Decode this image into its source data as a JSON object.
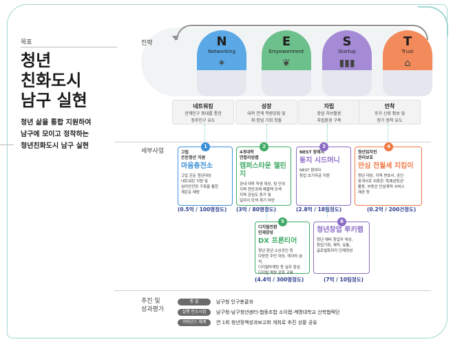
{
  "sections": {
    "goal": "목표",
    "strategy": "전략",
    "projects": "세부사업",
    "promotion": [
      "추진 및",
      "성과평가"
    ]
  },
  "goal": {
    "title": [
      "청년",
      "친화도시",
      "남구 실현"
    ],
    "subtitle": [
      "청년 삶을 통합 지원하여",
      "남구에 모이고 정착하는",
      "청년친화도시 남구 실현"
    ]
  },
  "pillars": [
    {
      "letter": "N",
      "word": "Networking",
      "color": "#5aa9e6",
      "icon": "network-icon"
    },
    {
      "letter": "E",
      "word": "Empowerment",
      "color": "#6cc08b",
      "icon": "plant-icon"
    },
    {
      "letter": "S",
      "word": "Startup",
      "color": "#a58ad6",
      "icon": "growth-chart-icon"
    },
    {
      "letter": "T",
      "word": "Trust",
      "color": "#f28a5b",
      "icon": "house-icon"
    }
  ],
  "strategies": [
    {
      "title": "네트워킹",
      "desc": [
        "관계인구 확대를 통한",
        "정주인구 유도"
      ]
    },
    {
      "title": "성장",
      "desc": [
        "대학 연계 역량강화 및",
        "취·창업 기회 창출"
      ]
    },
    {
      "title": "자립",
      "desc": [
        "창업 허브활용",
        "자립환경 구축"
      ]
    },
    {
      "title": "안착",
      "desc": [
        "주거 신뢰 확보 및",
        "장기 정착 유도"
      ]
    }
  ],
  "projects": [
    {
      "num": "1",
      "color": "#3a8fd8",
      "pre": [
        "고립",
        "은둔청년 지원"
      ],
      "name": "마음충전소",
      "desc": [
        "고립 은둔 청년대상",
        "네트워킹 지원 및",
        "심리안전망 구축을 통한",
        "재은둔 예방"
      ],
      "budget": "(0.5억 / 100명정도)"
    },
    {
      "num": "2",
      "color": "#3faa66",
      "pre": [
        "4개대학",
        "연합리빙랩"
      ],
      "name": "캠퍼스타운 챌린지",
      "desc": [
        "관내 대학 학생 대상, 팀 단위",
        "지역 현안과제 해결책 모색",
        "지역 관심도 증가 및",
        "일자리 모색 계기 마련"
      ],
      "budget": "(3억 / 80명정도)"
    },
    {
      "num": "3",
      "color": "#8a6cc6",
      "pre": [
        "NEST 창에지"
      ],
      "name": "동지 시드머니",
      "desc": [
        "NEST 참여자",
        "창업 초기자금 지원"
      ],
      "budget": "(2.8억 / 18팀정도)"
    },
    {
      "num": "4",
      "color": "#ef7a45",
      "pre": [
        "청년임차인",
        "권리보호"
      ],
      "name": "안심 전월세 지킴이",
      "desc": [
        "청년 대상, 지역 변호사, 공인",
        "중개사로 위촉한 '똑예삼팅관'",
        "활동, 부동산 안심계약 서비스",
        "제공 등"
      ],
      "budget": "(0.2억 / 200건정도)"
    },
    {
      "num": "5",
      "color": "#3faa66",
      "pre": [
        "디지털전환",
        "인재양성"
      ],
      "name": "DX 프론티어",
      "desc": [
        "청년·장년·소상공인 등",
        "다양한 주민 대상, 데이터 분석,",
        "디지털마케팅 등 실무 중심",
        "디지털 역량 강화 교육"
      ],
      "budget": "(4.4억 / 300명정도)"
    },
    {
      "num": "6",
      "color": "#8a6cc6",
      "pre": [],
      "name": "청년창업 루키랩",
      "desc": [
        "청년 예비 창업자 대상,",
        "창업기획, 제작, 유통,",
        "글로벌화까지 인재양성"
      ],
      "budget": "(7억 / 10팀정도)"
    }
  ],
  "promotion": [
    {
      "tag": "총 괄",
      "text": "남구청 인구총괄과"
    },
    {
      "tag": "실행 컨소시엄",
      "text": "남구청-남구청년센터-협동조합 소이랩-계명대학교 산학협력단"
    },
    {
      "tag": "거버넌스 체계",
      "text": "연 1회 청년정책성과보고회 개최로 추진 상황 공유"
    }
  ]
}
